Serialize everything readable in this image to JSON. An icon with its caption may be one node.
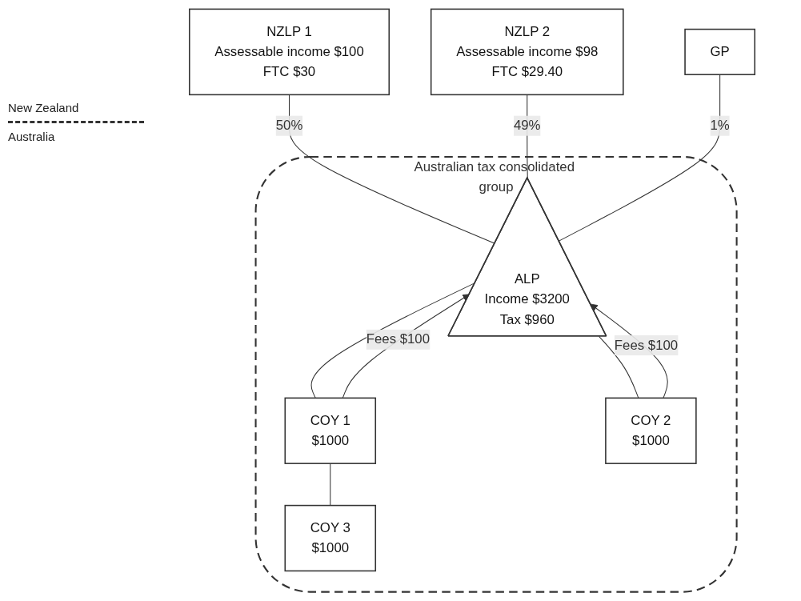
{
  "diagram": {
    "nodes": [
      {
        "text": [
          "NZLP 1",
          "Assessable income $100",
          "FTC $30"
        ]
      },
      {
        "text": [
          "NZLP 2",
          "Assessable income $98",
          "FTC $29.40"
        ]
      },
      {
        "text": [
          "GP"
        ]
      },
      {
        "text": [
          "Australian tax consolidated group"
        ]
      },
      {
        "text": [
          "ALP",
          "Income $3200",
          "Tax $960"
        ],
        "in": 3
      },
      {
        "text": [
          "COY 1",
          "$1000"
        ],
        "in": 3
      },
      {
        "text": [
          "COY 2",
          "$1000"
        ],
        "in": 3
      },
      {
        "text": [
          "COY 3",
          "$1000"
        ],
        "in": 3
      }
    ],
    "edges": [
      {
        "from": 0,
        "to": 4,
        "arrow": "none",
        "label": "50%"
      },
      {
        "from": 1,
        "to": 4,
        "arrow": "none",
        "label": "49%"
      },
      {
        "from": 2,
        "to": 4,
        "arrow": "none",
        "label": "1%"
      },
      {
        "from": 4,
        "to": 5,
        "arrow": "none"
      },
      {
        "from": 5,
        "to": 4,
        "arrow": "to",
        "label": "Fees $100"
      },
      {
        "from": 4,
        "to": 6,
        "arrow": "none"
      },
      {
        "from": 6,
        "to": 4,
        "arrow": "to",
        "label": "Fees $100"
      },
      {
        "from": 5,
        "to": 7,
        "arrow": "none"
      }
    ],
    "labels": [
      "New Zealand",
      "Australia"
    ]
  }
}
